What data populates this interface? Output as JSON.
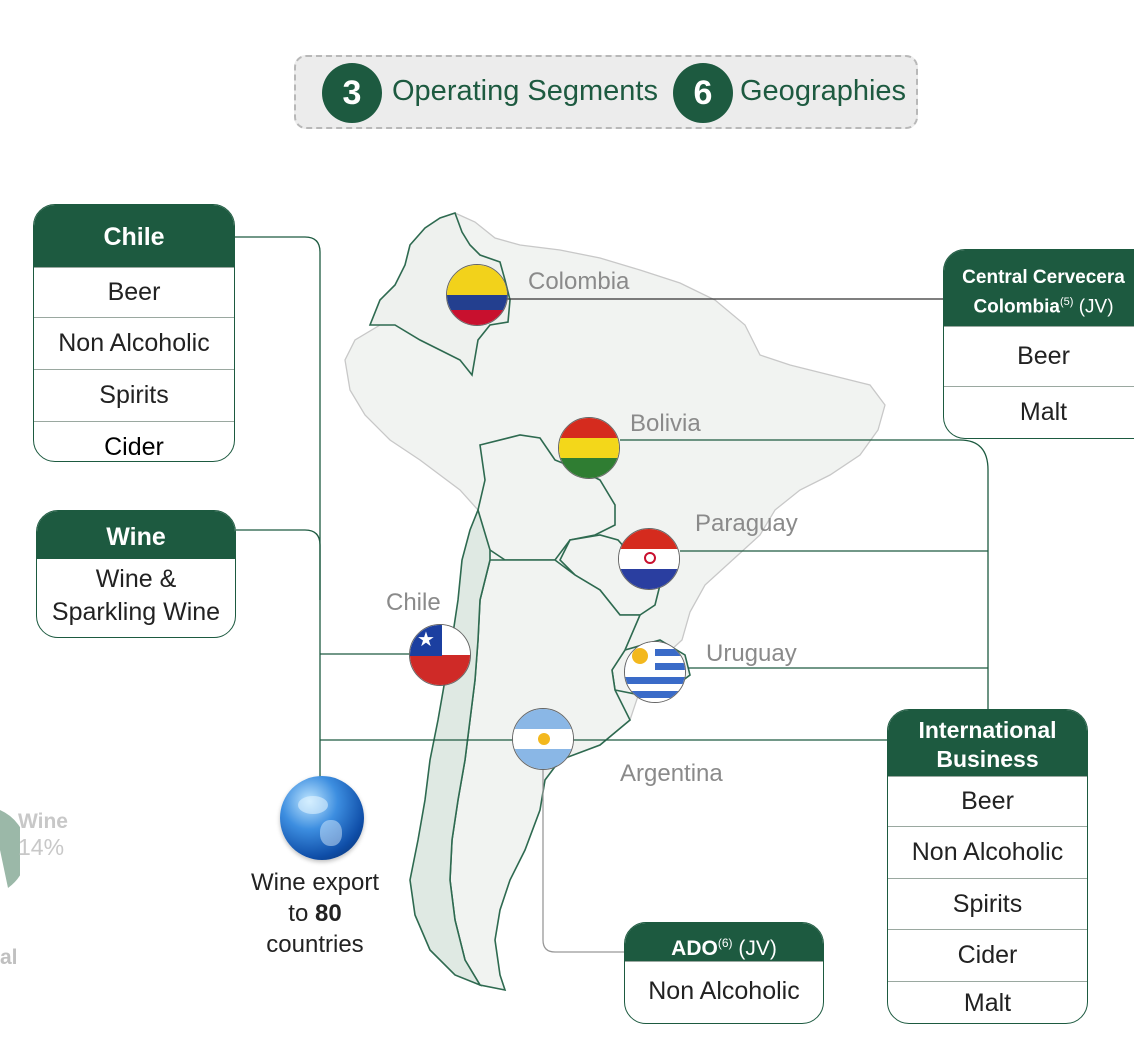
{
  "header": {
    "segments_count": "3",
    "segments_label": "Operating Segments",
    "geographies_count": "6",
    "geographies_label": "Geographies"
  },
  "boxes": {
    "chile": {
      "title": "Chile",
      "items": [
        "Beer",
        "Non Alcoholic",
        "Spirits",
        "Cider"
      ]
    },
    "wine": {
      "title": "Wine",
      "items": [
        "Wine &",
        "Sparkling Wine"
      ]
    },
    "colombia_jv": {
      "title_line1": "Central Cervecera",
      "title_line2": "Colombia",
      "sup": "(5)",
      "suffix": " (JV)",
      "items": [
        "Beer",
        "Malt"
      ]
    },
    "international": {
      "title_line1": "International",
      "title_line2": "Business",
      "items": [
        "Beer",
        "Non Alcoholic",
        "Spirits",
        "Cider",
        "Malt"
      ]
    },
    "ado": {
      "title": "ADO",
      "sup": "(6)",
      "suffix": " (JV)",
      "items": [
        "Non Alcoholic"
      ]
    }
  },
  "countries": {
    "colombia": "Colombia",
    "bolivia": "Bolivia",
    "paraguay": "Paraguay",
    "chile": "Chile",
    "uruguay": "Uruguay",
    "argentina": "Argentina"
  },
  "globe": {
    "line1": "Wine export",
    "line2_pre": "to ",
    "line2_bold": "80",
    "line3": "countries"
  },
  "partial": {
    "wine_label": "Wine",
    "wine_pct": "14%",
    "cut_label": "al"
  },
  "colors": {
    "brand_green": "#1d5a40",
    "map_fill": "#f1f3f1",
    "chile_fill": "#dfe9e3"
  }
}
